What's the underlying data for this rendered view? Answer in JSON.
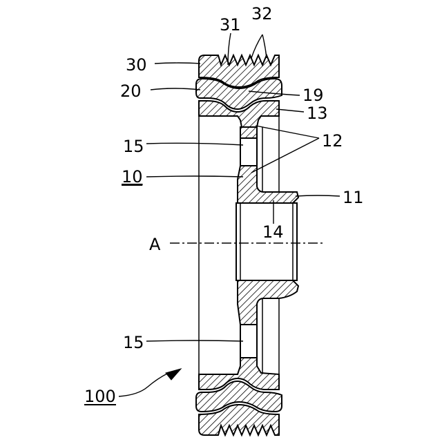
{
  "labels": {
    "l30": "30",
    "l31": "31",
    "l32": "32",
    "l20": "20",
    "l19": "19",
    "l13": "13",
    "l15a": "15",
    "l12": "12",
    "l10": "10",
    "l11": "11",
    "l14": "14",
    "lA": "A",
    "l15b": "15",
    "l100": "100"
  },
  "colors": {
    "line": "#000000",
    "background": "#ffffff",
    "hatch": "#000000"
  }
}
